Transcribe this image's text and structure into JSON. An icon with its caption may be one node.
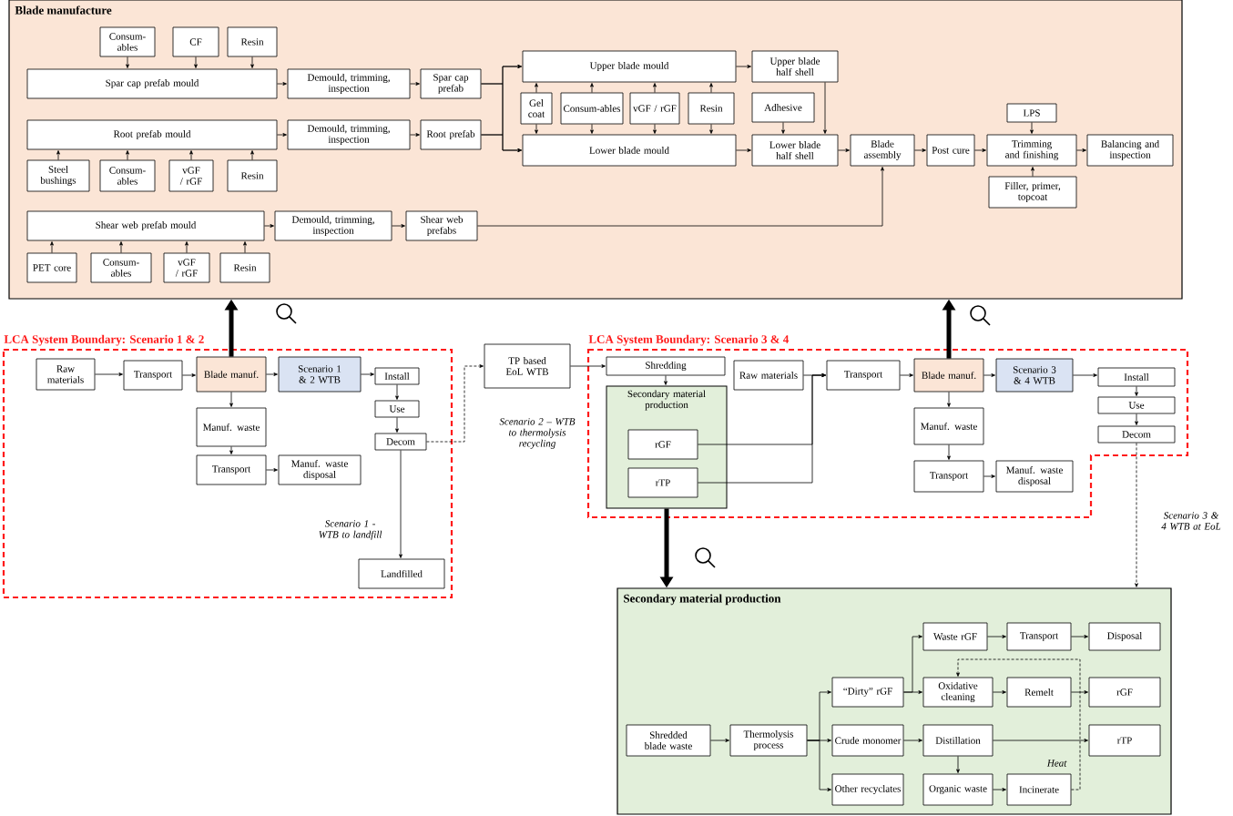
{
  "diagram": {
    "nodes": [
      {
        "text": [
          "Blade manufacture"
        ]
      },
      {
        "text": [
          "Consum-ables"
        ],
        "in": 0
      },
      {
        "text": [
          "CF"
        ],
        "in": 0
      },
      {
        "text": [
          "Resin"
        ],
        "in": 0
      },
      {
        "text": [
          "Spar cap prefab mould"
        ],
        "in": 0
      },
      {
        "text": [
          "Demould, trimming, inspection"
        ],
        "in": 0
      },
      {
        "text": [
          "Spar cap prefab"
        ],
        "in": 0
      },
      {
        "text": [
          "Root prefab mould"
        ],
        "in": 0
      },
      {
        "text": [
          "Demould, trimming, inspection"
        ],
        "in": 0
      },
      {
        "text": [
          "Root prefab"
        ],
        "in": 0
      },
      {
        "text": [
          "Steel bushings"
        ],
        "in": 0
      },
      {
        "text": [
          "Consum-ables"
        ],
        "in": 0
      },
      {
        "text": [
          "vGF / rGF"
        ],
        "in": 0
      },
      {
        "text": [
          "Resin"
        ],
        "in": 0
      },
      {
        "text": [
          "Shear web prefab mould"
        ],
        "in": 0
      },
      {
        "text": [
          "Demould, trimming, inspection"
        ],
        "in": 0
      },
      {
        "text": [
          "Shear web prefabs"
        ],
        "in": 0
      },
      {
        "text": [
          "PET core"
        ],
        "in": 0
      },
      {
        "text": [
          "Consum-ables"
        ],
        "in": 0
      },
      {
        "text": [
          "vGF / rGF"
        ],
        "in": 0
      },
      {
        "text": [
          "Resin"
        ],
        "in": 0
      },
      {
        "text": [
          "Upper blade mould"
        ],
        "in": 0
      },
      {
        "text": [
          "Gel coat"
        ],
        "in": 0
      },
      {
        "text": [
          "Consum-ables"
        ],
        "in": 0
      },
      {
        "text": [
          "vGF / rGF"
        ],
        "in": 0
      },
      {
        "text": [
          "Resin"
        ],
        "in": 0
      },
      {
        "text": [
          "Lower blade mould"
        ],
        "in": 0
      },
      {
        "text": [
          "Upper blade half shell"
        ],
        "in": 0
      },
      {
        "text": [
          "Adhesive"
        ],
        "in": 0
      },
      {
        "text": [
          "Lower blade half shell"
        ],
        "in": 0
      },
      {
        "text": [
          "Blade assembly"
        ],
        "in": 0
      },
      {
        "text": [
          "Post cure"
        ],
        "in": 0
      },
      {
        "text": [
          "LPS"
        ],
        "in": 0
      },
      {
        "text": [
          "Trimming and finishing"
        ],
        "in": 0
      },
      {
        "text": [
          "Filler, primer, topcoat"
        ],
        "in": 0
      },
      {
        "text": [
          "Balancing and inspection"
        ],
        "in": 0
      },
      {
        "text": [
          "LCA System Boundary: Scenario 1 & 2"
        ]
      },
      {
        "text": [
          "Raw materials"
        ],
        "in": 36
      },
      {
        "text": [
          "Transport"
        ],
        "in": 36
      },
      {
        "text": [
          "Blade manuf."
        ],
        "in": 36
      },
      {
        "text": [
          "Scenario 1 & 2 WTB"
        ],
        "in": 36
      },
      {
        "text": [
          "Install"
        ],
        "in": 36
      },
      {
        "text": [
          "Use"
        ],
        "in": 36
      },
      {
        "text": [
          "Decom"
        ],
        "in": 36
      },
      {
        "text": [
          "Manuf. waste"
        ],
        "in": 36
      },
      {
        "text": [
          "Transport"
        ],
        "in": 36
      },
      {
        "text": [
          "Manuf. waste disposal"
        ],
        "in": 36
      },
      {
        "text": [
          "Landfilled"
        ],
        "in": 36
      },
      {
        "text": [
          "TP based EoL WTB"
        ]
      },
      {
        "text": [
          "LCA System Boundary: Scenario 3 & 4"
        ]
      },
      {
        "text": [
          "Shredding"
        ],
        "in": 49
      },
      {
        "text": [
          "Secondary material production"
        ],
        "in": 49
      },
      {
        "text": [
          "rGF"
        ],
        "in": 51
      },
      {
        "text": [
          "rTP"
        ],
        "in": 51
      },
      {
        "text": [
          "Raw materials"
        ],
        "in": 49
      },
      {
        "text": [
          "Transport"
        ],
        "in": 49
      },
      {
        "text": [
          "Blade manuf."
        ],
        "in": 49
      },
      {
        "text": [
          "Scenario 3 & 4 WTB"
        ],
        "in": 49
      },
      {
        "text": [
          "Install"
        ],
        "in": 49
      },
      {
        "text": [
          "Use"
        ],
        "in": 49
      },
      {
        "text": [
          "Decom"
        ],
        "in": 49
      },
      {
        "text": [
          "Manuf. waste"
        ],
        "in": 49
      },
      {
        "text": [
          "Transport"
        ],
        "in": 49
      },
      {
        "text": [
          "Manuf. waste disposal"
        ],
        "in": 49
      },
      {
        "text": [
          "Secondary material production"
        ]
      },
      {
        "text": [
          "Shredded blade waste"
        ],
        "in": 64
      },
      {
        "text": [
          "Thermolysis process"
        ],
        "in": 64
      },
      {
        "text": [
          "“Dirty” rGF"
        ],
        "in": 64
      },
      {
        "text": [
          "Crude monomer"
        ],
        "in": 64
      },
      {
        "text": [
          "Other recyclates"
        ],
        "in": 64
      },
      {
        "text": [
          "Waste rGF"
        ],
        "in": 64
      },
      {
        "text": [
          "Transport"
        ],
        "in": 64
      },
      {
        "text": [
          "Disposal"
        ],
        "in": 64
      },
      {
        "text": [
          "Oxidative cleaning"
        ],
        "in": 64
      },
      {
        "text": [
          "Remelt"
        ],
        "in": 64
      },
      {
        "text": [
          "rGF"
        ],
        "in": 64
      },
      {
        "text": [
          "Distillation"
        ],
        "in": 64
      },
      {
        "text": [
          "rTP"
        ],
        "in": 64
      },
      {
        "text": [
          "Organic waste"
        ],
        "in": 64
      },
      {
        "text": [
          "Incinerate"
        ],
        "in": 64
      }
    ],
    "edges": [
      {
        "from": 1,
        "to": 4,
        "arrow": "to"
      },
      {
        "from": 2,
        "to": 4,
        "arrow": "to"
      },
      {
        "from": 3,
        "to": 4,
        "arrow": "to"
      },
      {
        "from": 4,
        "to": 5,
        "arrow": "to"
      },
      {
        "from": 5,
        "to": 6,
        "arrow": "to"
      },
      {
        "from": 6,
        "to": 21,
        "arrow": "to"
      },
      {
        "from": 6,
        "to": 26,
        "arrow": "to"
      },
      {
        "from": 9,
        "to": 21,
        "arrow": "to"
      },
      {
        "from": 9,
        "to": 26,
        "arrow": "to"
      },
      {
        "from": 10,
        "to": 7,
        "arrow": "to"
      },
      {
        "from": 11,
        "to": 7,
        "arrow": "to"
      },
      {
        "from": 12,
        "to": 7,
        "arrow": "to"
      },
      {
        "from": 13,
        "to": 7,
        "arrow": "to"
      },
      {
        "from": 7,
        "to": 8,
        "arrow": "to"
      },
      {
        "from": 8,
        "to": 9,
        "arrow": "to"
      },
      {
        "from": 17,
        "to": 14,
        "arrow": "to"
      },
      {
        "from": 18,
        "to": 14,
        "arrow": "to"
      },
      {
        "from": 19,
        "to": 14,
        "arrow": "to"
      },
      {
        "from": 20,
        "to": 14,
        "arrow": "to"
      },
      {
        "from": 14,
        "to": 15,
        "arrow": "to"
      },
      {
        "from": 15,
        "to": 16,
        "arrow": "to"
      },
      {
        "from": 16,
        "to": 30,
        "arrow": "to"
      },
      {
        "from": 22,
        "to": 21,
        "arrow": "to"
      },
      {
        "from": 22,
        "to": 26,
        "arrow": "to"
      },
      {
        "from": 23,
        "to": 21,
        "arrow": "to"
      },
      {
        "from": 23,
        "to": 26,
        "arrow": "to"
      },
      {
        "from": 24,
        "to": 21,
        "arrow": "to"
      },
      {
        "from": 24,
        "to": 26,
        "arrow": "to"
      },
      {
        "from": 25,
        "to": 21,
        "arrow": "to"
      },
      {
        "from": 25,
        "to": 26,
        "arrow": "to"
      },
      {
        "from": 21,
        "to": 27,
        "arrow": "to"
      },
      {
        "from": 26,
        "to": 29,
        "arrow": "to"
      },
      {
        "from": 27,
        "to": 29,
        "arrow": "to"
      },
      {
        "from": 28,
        "to": 29,
        "arrow": "to"
      },
      {
        "from": 29,
        "to": 30,
        "arrow": "to"
      },
      {
        "from": 30,
        "to": 31,
        "arrow": "to"
      },
      {
        "from": 31,
        "to": 33,
        "arrow": "to"
      },
      {
        "from": 33,
        "to": 35,
        "arrow": "to"
      },
      {
        "from": 32,
        "to": 33,
        "arrow": "to"
      },
      {
        "from": 34,
        "to": 33,
        "arrow": "to"
      },
      {
        "from": 37,
        "to": 38,
        "arrow": "to"
      },
      {
        "from": 38,
        "to": 39,
        "arrow": "to"
      },
      {
        "from": 39,
        "to": 40,
        "arrow": "to"
      },
      {
        "from": 40,
        "to": 41,
        "arrow": "to"
      },
      {
        "from": 41,
        "to": 42,
        "arrow": "to"
      },
      {
        "from": 42,
        "to": 43,
        "arrow": "to"
      },
      {
        "from": 39,
        "to": 44,
        "arrow": "to"
      },
      {
        "from": 44,
        "to": 45,
        "arrow": "to"
      },
      {
        "from": 45,
        "to": 46,
        "arrow": "to"
      },
      {
        "from": 43,
        "to": 47,
        "arrow": "to",
        "label": "Scenario 1 - WTB to landfill"
      },
      {
        "from": 43,
        "to": 48,
        "arrow": "to",
        "label": "Scenario 2 – WTB to thermolysis recycling",
        "style": "dashed"
      },
      {
        "from": 39,
        "to": 0,
        "arrow": "to",
        "style": "thick"
      },
      {
        "from": 48,
        "to": 50,
        "arrow": "to"
      },
      {
        "from": 50,
        "to": 51,
        "arrow": "to"
      },
      {
        "from": 52,
        "to": 55,
        "arrow": "to"
      },
      {
        "from": 53,
        "to": 55,
        "arrow": "to"
      },
      {
        "from": 54,
        "to": 55,
        "arrow": "to"
      },
      {
        "from": 55,
        "to": 56,
        "arrow": "to"
      },
      {
        "from": 56,
        "to": 57,
        "arrow": "to"
      },
      {
        "from": 57,
        "to": 58,
        "arrow": "to"
      },
      {
        "from": 58,
        "to": 59,
        "arrow": "to"
      },
      {
        "from": 59,
        "to": 60,
        "arrow": "to"
      },
      {
        "from": 56,
        "to": 61,
        "arrow": "to"
      },
      {
        "from": 61,
        "to": 62,
        "arrow": "to"
      },
      {
        "from": 62,
        "to": 63,
        "arrow": "to"
      },
      {
        "from": 60,
        "to": 64,
        "arrow": "to",
        "label": "Scenario 3 & 4 WTB at EoL",
        "style": "dashed"
      },
      {
        "from": 56,
        "to": 0,
        "arrow": "to",
        "style": "thick"
      },
      {
        "from": 51,
        "to": 64,
        "arrow": "to",
        "style": "thick"
      },
      {
        "from": 65,
        "to": 66,
        "arrow": "to"
      },
      {
        "from": 66,
        "to": 67,
        "arrow": "to"
      },
      {
        "from": 66,
        "to": 68,
        "arrow": "to"
      },
      {
        "from": 66,
        "to": 69,
        "arrow": "to"
      },
      {
        "from": 67,
        "to": 70,
        "arrow": "to"
      },
      {
        "from": 67,
        "to": 73,
        "arrow": "to"
      },
      {
        "from": 70,
        "to": 71,
        "arrow": "to"
      },
      {
        "from": 71,
        "to": 72,
        "arrow": "to"
      },
      {
        "from": 73,
        "to": 74,
        "arrow": "to"
      },
      {
        "from": 74,
        "to": 75,
        "arrow": "to"
      },
      {
        "from": 68,
        "to": 76,
        "arrow": "to"
      },
      {
        "from": 76,
        "to": 77,
        "arrow": "to"
      },
      {
        "from": 76,
        "to": 78,
        "arrow": "to"
      },
      {
        "from": 78,
        "to": 79,
        "arrow": "to"
      },
      {
        "from": 79,
        "to": 73,
        "arrow": "to",
        "label": "Heat",
        "style": "dashed"
      }
    ]
  }
}
